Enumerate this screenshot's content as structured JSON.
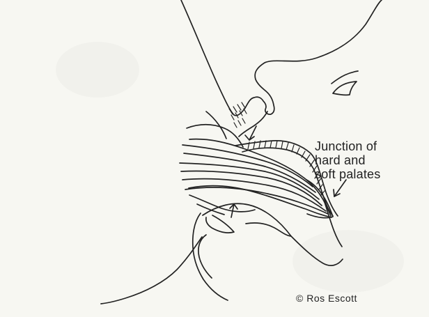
{
  "labels": {
    "junction_line_1": "Junction of",
    "junction_line_2": "hard and",
    "junction_line_3": "soft palates",
    "credit": "© Ros Escott"
  },
  "colors": {
    "ink": "#222222",
    "paper": "#f7f7f2",
    "breast": "#f0f0ea"
  }
}
